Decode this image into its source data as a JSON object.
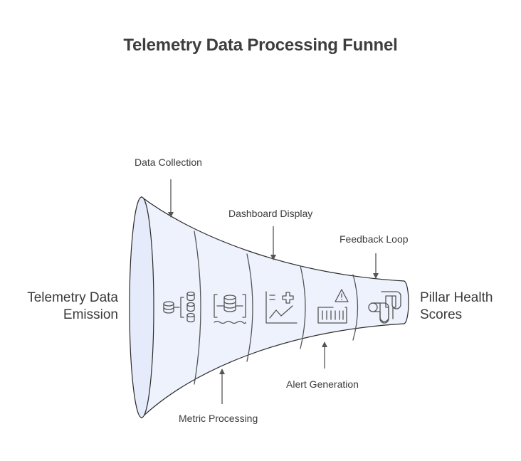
{
  "title": "Telemetry Data Processing Funnel",
  "input_label": [
    "Telemetry Data",
    "Emission"
  ],
  "output_label": [
    "Pillar Health",
    "Scores"
  ],
  "stages": [
    {
      "label": "Data Collection",
      "icon": "database-distribution-icon"
    },
    {
      "label": "Metric Processing",
      "icon": "data-lake-icon"
    },
    {
      "label": "Dashboard Display",
      "icon": "chart-dashboard-icon"
    },
    {
      "label": "Alert Generation",
      "icon": "alert-meter-icon"
    },
    {
      "label": "Feedback Loop",
      "icon": "pipe-loop-icon"
    }
  ],
  "colors": {
    "funnel_fill": "#eef2fd",
    "funnel_stroke": "#2b2b2b",
    "icon_stroke": "#555555",
    "text": "#3a3a3a"
  }
}
